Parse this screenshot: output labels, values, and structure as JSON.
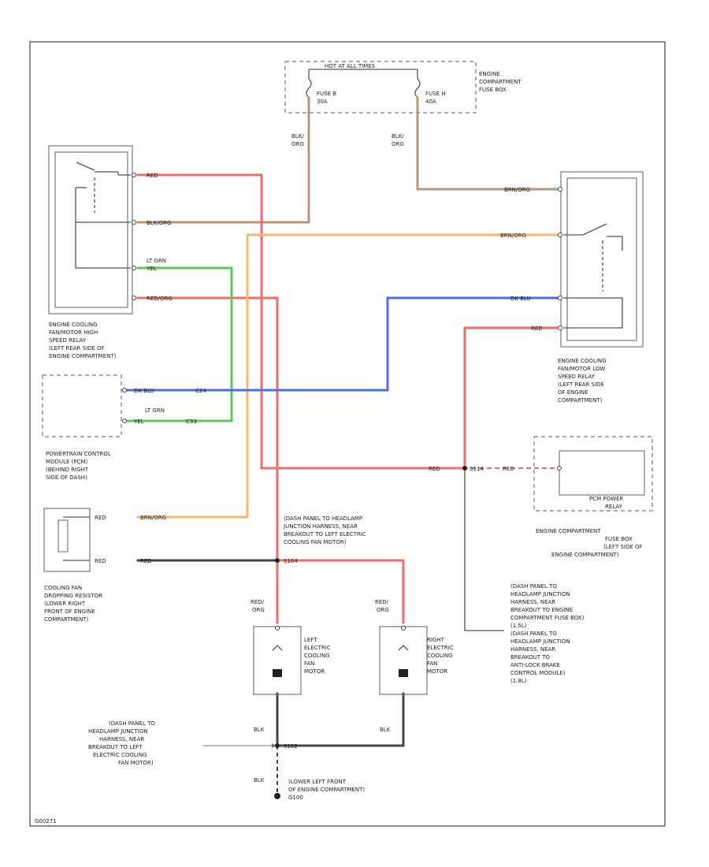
{
  "colors": {
    "red": "#f26b6b",
    "orange": "#f2b86b",
    "brown": "#b8957a",
    "green": "#5ec45e",
    "blue": "#4b6ee6",
    "black": "#444444",
    "wire_gray": "#777777"
  },
  "fuse_box": {
    "hot_label": "HOT AT ALL TIMES",
    "fuse_a": [
      "FUSE B",
      "30A"
    ],
    "fuse_b": [
      "FUSE H",
      "40A"
    ],
    "name": [
      "ENGINE",
      "COMPARTMENT",
      "FUSE BOX"
    ]
  },
  "wires": {
    "blk_org_left": [
      "BLK/",
      "ORG"
    ],
    "blk_org_right": [
      "BLK/",
      "ORG"
    ],
    "red": "RED",
    "blk_org": "BLK/ORG",
    "brn_org_hs": "BRN/ORG",
    "lt_grn": "LT GRN",
    "yel": "YEL",
    "red_org": "RED/ORG",
    "brn_org_ls": "BRN/ORG",
    "dk_blu": "DK BLU",
    "red_ls": "RED",
    "pcm_dk_blu": "DK BLU",
    "pcm_num_a": "C24",
    "pcm_lt_grn": "LT GRN",
    "pcm_yel": "YEL",
    "pcm_num_b": "C33",
    "red_bottom": "RED",
    "s_red": "S114",
    "red_fuse": "RED",
    "res_top": "RED",
    "res_brn": "BRN/ORG",
    "res_bot": "RED",
    "res_bot2": "RED",
    "s_mid": "S104",
    "motor_l": [
      "RED/",
      "ORG"
    ],
    "motor_r": [
      "RED/",
      "ORG"
    ],
    "blk_l": "BLK",
    "blk_r": "BLK",
    "s_gnd": "S102",
    "blk_gnd": "BLK"
  },
  "components": {
    "hs_relay": [
      "ENGINE COOLING",
      "FAN/MOTOR HIGH",
      "SPEED RELAY",
      "(LEFT REAR SIDE OF",
      "ENGINE COMPARTMENT)"
    ],
    "ls_relay": [
      "ENGINE COOLING",
      "FAN/MOTOR LOW",
      "SPEED RELAY",
      "(LEFT REAR SIDE",
      "OF ENGINE",
      "COMPARTMENT)"
    ],
    "pcm": [
      "POWERTRAIN CONTROL",
      "MODULE (PCM)",
      "(BEHIND RIGHT",
      "SIDE OF DASH)"
    ],
    "pcm_power_relay": [
      "PCM POWER",
      "RELAY"
    ],
    "fuse_box_lower": [
      "ENGINE COMPARTMENT",
      "FUSE BOX",
      "(LEFT SIDE OF",
      "ENGINE COMPARTMENT)"
    ],
    "resistor": [
      "COOLING FAN",
      "DROPPING RESISTOR",
      "(LOWER RIGHT",
      "FRONT OF ENGINE",
      "COMPARTMENT)"
    ],
    "left_motor": [
      "LEFT",
      "ELECTRIC",
      "COOLING",
      "FAN",
      "MOTOR"
    ],
    "right_motor": [
      "RIGHT",
      "ELECTRIC",
      "COOLING",
      "FAN",
      "MOTOR"
    ]
  },
  "notes": {
    "splice_top": [
      "(DASH PANEL TO HEADLAMP",
      "JUNCTION HARNESS, NEAR",
      "BREAKOUT TO LEFT ELECTRIC",
      "COOLING FAN MOTOR)"
    ],
    "right_notes": [
      "(DASH PANEL TO",
      "HEADLAMP JUNCTION",
      "HARNESS, NEAR",
      "BREAKOUT TO ENGINE",
      "COMPARTMENT FUSE BOX)",
      "(1.5L)",
      "(DASH PANEL TO",
      "HEADLAMP JUNCTION",
      "HARNESS, NEAR",
      "BREAKOUT TO",
      "ANTI-LOCK BRAKE",
      "CONTROL MODULE)",
      "(1.8L)"
    ],
    "left_splice": [
      "(DASH PANEL TO",
      "HEADLAMP JUNCTION",
      "HARNESS, NEAR",
      "BREAKOUT TO LEFT",
      "ELECTRIC COOLING",
      "FAN MOTOR)"
    ],
    "ground": [
      "(LOWER LEFT FRONT",
      "OF ENGINE COMPARTMENT)",
      "G100"
    ]
  },
  "footer_code": "G00271"
}
